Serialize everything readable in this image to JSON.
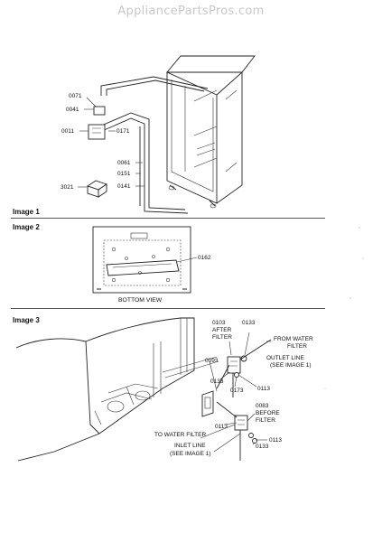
{
  "watermark": "AppliancePartsPros.com",
  "sections": {
    "image1": "Image 1",
    "image2": "Image 2",
    "image3": "Image 3"
  },
  "captions": {
    "bottom_view": "BOTTOM VIEW"
  },
  "callouts": {
    "p0071": "0071",
    "p0041": "0041",
    "p0011": "0011",
    "p0171": "0171",
    "p0061": "0061",
    "p0151": "0151",
    "p0141": "0141",
    "p3021": "3021",
    "p0162": "0162",
    "p0103": "0103",
    "after": "AFTER",
    "filter1": "FILTER",
    "p0133a": "0133",
    "from_water": "FROM WATER",
    "filter2": "FILTER",
    "outlet_line": "OUTLET LINE",
    "see_image1a": "(SEE IMAGE 1)",
    "p0093": "0093",
    "p0133b": "0133",
    "p0173": "0173",
    "p0113a": "0113",
    "p0083": "0083",
    "before": "BEFORE",
    "filter3": "FILTER",
    "p0113b": "0113",
    "to_water_filter": "TO WATER FILTER",
    "p0113c": "0113",
    "inlet_line": "INLET LINE",
    "p0133c": "0133",
    "see_image1b": "(SEE IMAGE 1)"
  }
}
